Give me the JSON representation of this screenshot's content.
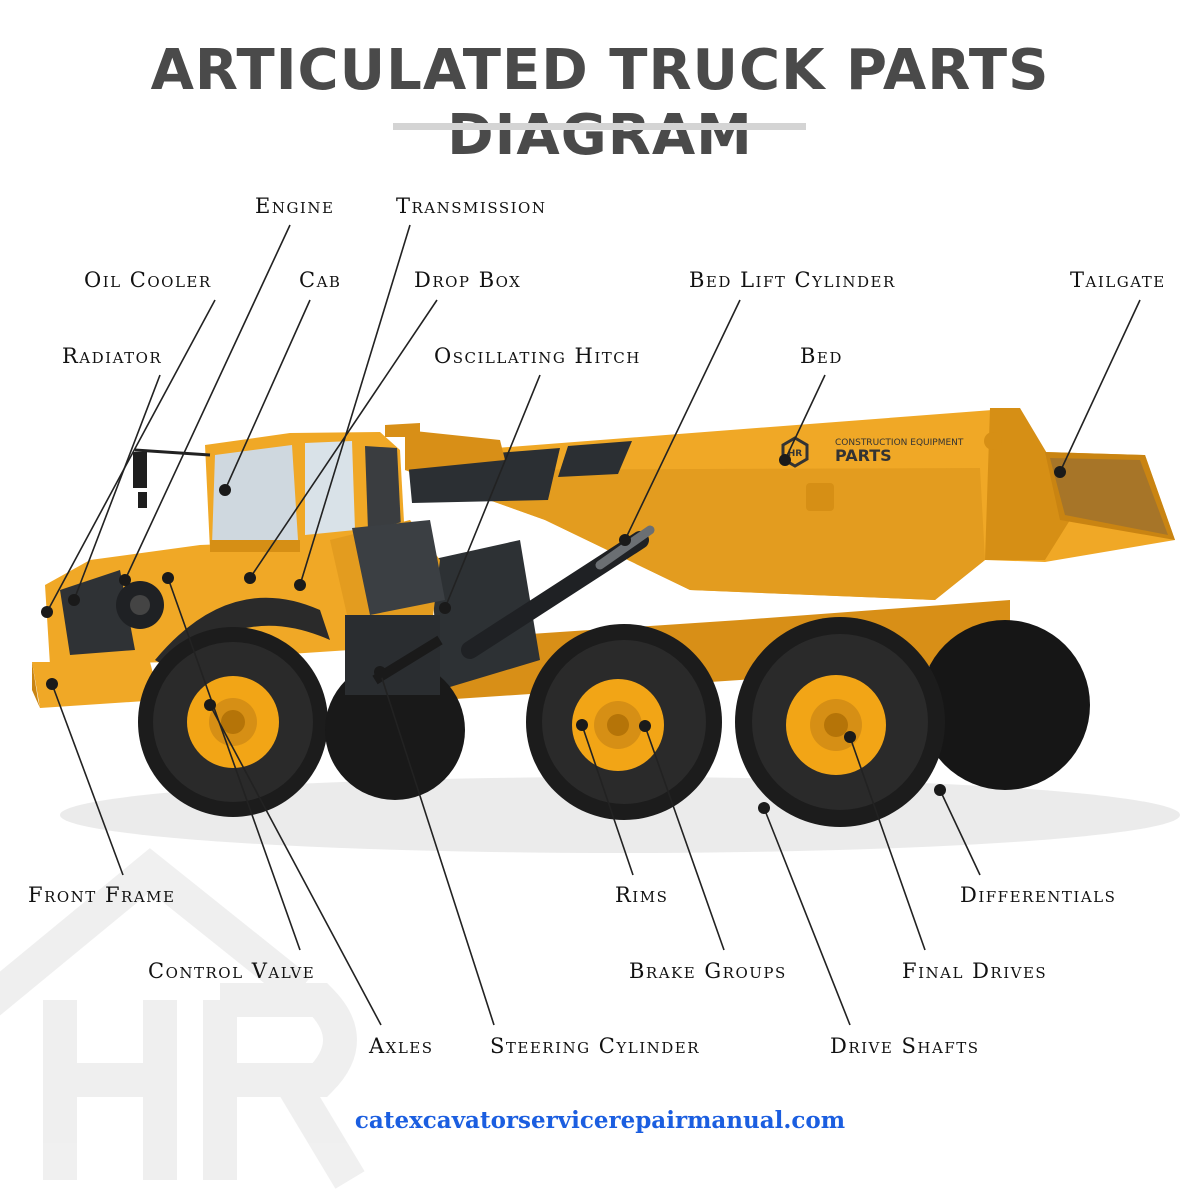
{
  "title": "ARTICULATED TRUCK PARTS DIAGRAM",
  "logo_text": {
    "brand_line": "CONSTRUCTION EQUIPMENT",
    "brand_name": "PARTS",
    "mark": "HR"
  },
  "watermark_text": "HR",
  "labels": {
    "engine": "Engine",
    "transmission": "Transmission",
    "oil_cooler": "Oil Cooler",
    "cab": "Cab",
    "drop_box": "Drop Box",
    "bed_lift_cylinder": "Bed Lift Cylinder",
    "tailgate": "Tailgate",
    "radiator": "Radiator",
    "oscillating_hitch": "Oscillating Hitch",
    "bed": "Bed",
    "front_frame": "Front Frame",
    "rims": "Rims",
    "differentials": "Differentials",
    "control_valve": "Control Valve",
    "brake_groups": "Brake Groups",
    "final_drives": "Final Drives",
    "axles": "Axles",
    "steering_cylinder": "Steering Cylinder",
    "drive_shafts": "Drive Shafts"
  },
  "footer_url": "catexcavatorservicerepairmanual.com",
  "colors": {
    "title": "#4a4a4a",
    "truck_body": "#f0a826",
    "truck_shadow": "#c98412",
    "tire": "#1c1c1c",
    "rim": "#f2a516",
    "url": "#1b5ee0",
    "leader_line": "#222222"
  }
}
